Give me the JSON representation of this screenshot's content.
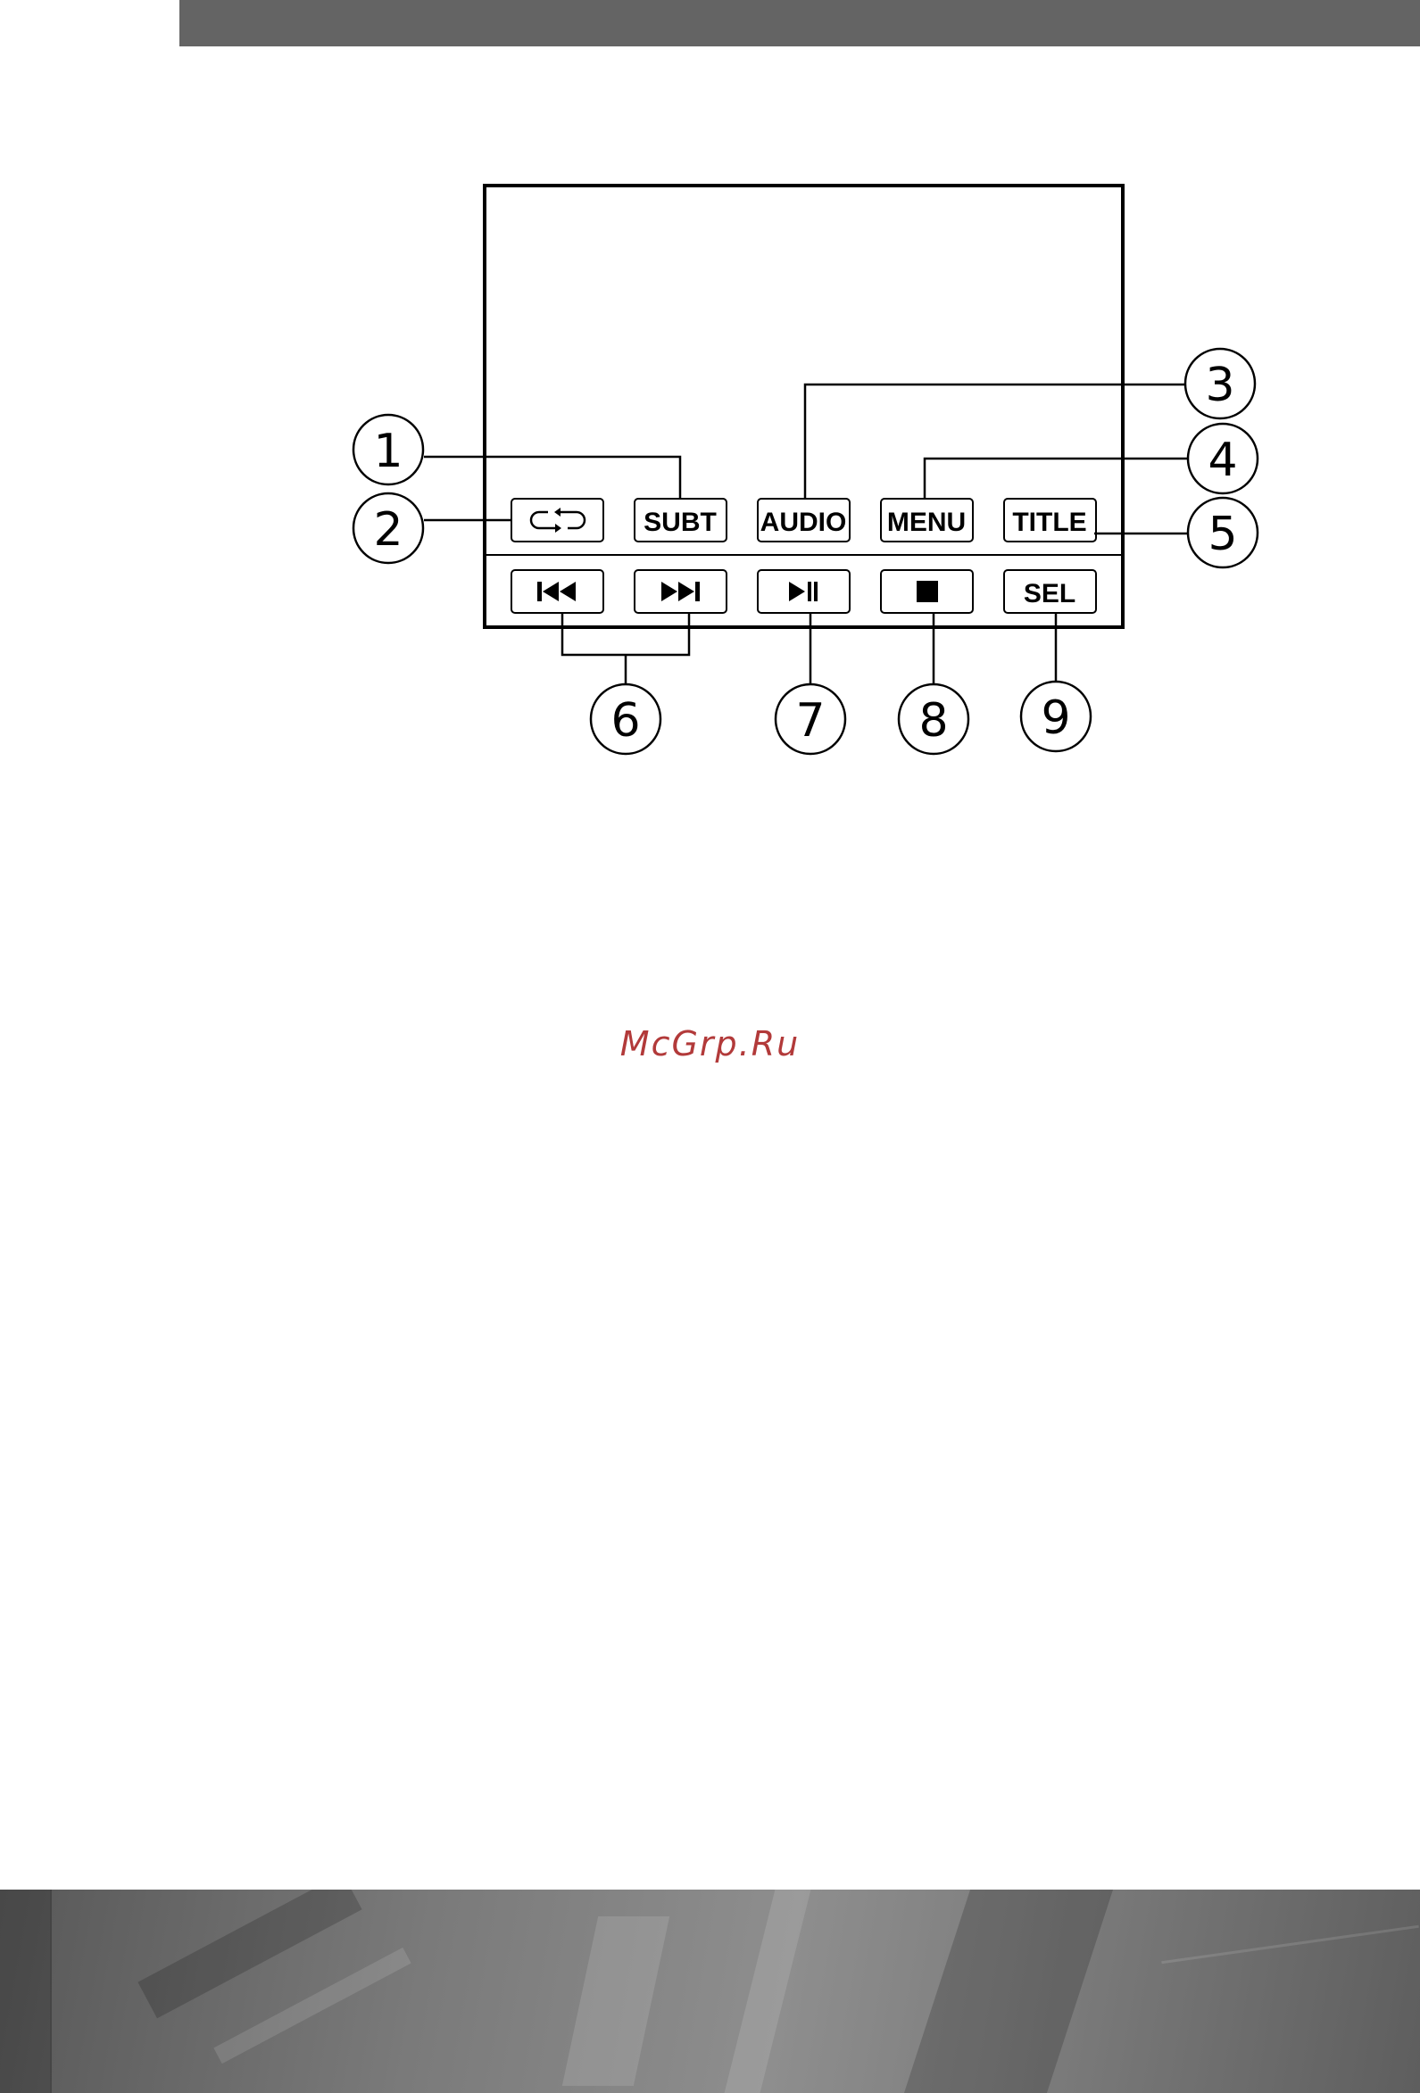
{
  "panel": {
    "buttons_row1": [
      {
        "id": "repeat",
        "label": "",
        "icon": "repeat-icon"
      },
      {
        "id": "subt",
        "label": "SUBT"
      },
      {
        "id": "audio",
        "label": "AUDIO"
      },
      {
        "id": "menu",
        "label": "MENU"
      },
      {
        "id": "title",
        "label": "TITLE"
      }
    ],
    "buttons_row2": [
      {
        "id": "prev",
        "label": "",
        "icon": "skip-back-icon"
      },
      {
        "id": "next",
        "label": "",
        "icon": "skip-forward-icon"
      },
      {
        "id": "play_pause",
        "label": "",
        "icon": "play-pause-icon"
      },
      {
        "id": "stop",
        "label": "",
        "icon": "stop-icon"
      },
      {
        "id": "sel",
        "label": "SEL"
      }
    ]
  },
  "callouts": [
    "1",
    "2",
    "3",
    "4",
    "5",
    "6",
    "7",
    "8",
    "9"
  ],
  "watermark": "McGrp.Ru"
}
